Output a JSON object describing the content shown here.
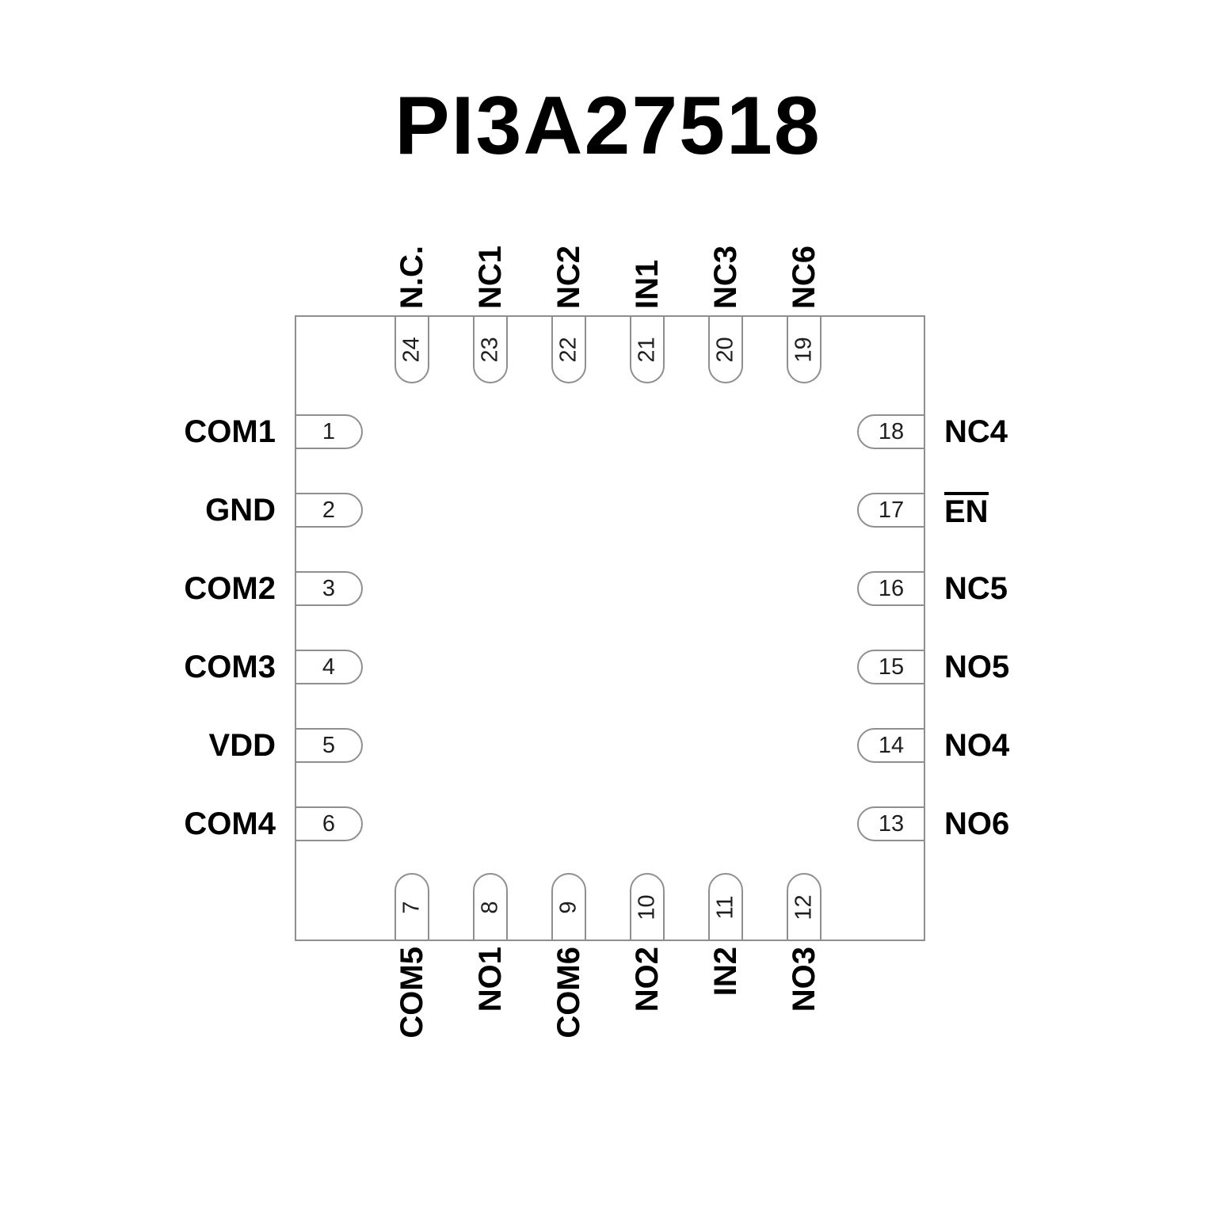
{
  "title": "PI3A27518",
  "colors": {
    "outline": "#8f8f8f",
    "label_text": "#000000",
    "pin_number_text": "#1f1f1f",
    "background": "#ffffff"
  },
  "chip": {
    "package": "24-pin quad flat no-lead pinout diagram",
    "pins_left": [
      {
        "num": "1",
        "label": "COM1"
      },
      {
        "num": "2",
        "label": "GND"
      },
      {
        "num": "3",
        "label": "COM2"
      },
      {
        "num": "4",
        "label": "COM3"
      },
      {
        "num": "5",
        "label": "VDD"
      },
      {
        "num": "6",
        "label": "COM4"
      }
    ],
    "pins_right": [
      {
        "num": "18",
        "label": "NC4"
      },
      {
        "num": "17",
        "label": "EN",
        "overline": true
      },
      {
        "num": "16",
        "label": "NC5"
      },
      {
        "num": "15",
        "label": "NO5"
      },
      {
        "num": "14",
        "label": "NO4"
      },
      {
        "num": "13",
        "label": "NO6"
      }
    ],
    "pins_top": [
      {
        "num": "24",
        "label": "N.C."
      },
      {
        "num": "23",
        "label": "NC1"
      },
      {
        "num": "22",
        "label": "NC2"
      },
      {
        "num": "21",
        "label": "IN1"
      },
      {
        "num": "20",
        "label": "NC3"
      },
      {
        "num": "19",
        "label": "NC6"
      }
    ],
    "pins_bottom": [
      {
        "num": "7",
        "label": "COM5"
      },
      {
        "num": "8",
        "label": "NO1"
      },
      {
        "num": "9",
        "label": "COM6"
      },
      {
        "num": "10",
        "label": "NO2"
      },
      {
        "num": "11",
        "label": "IN2"
      },
      {
        "num": "12",
        "label": "NO3"
      }
    ]
  }
}
